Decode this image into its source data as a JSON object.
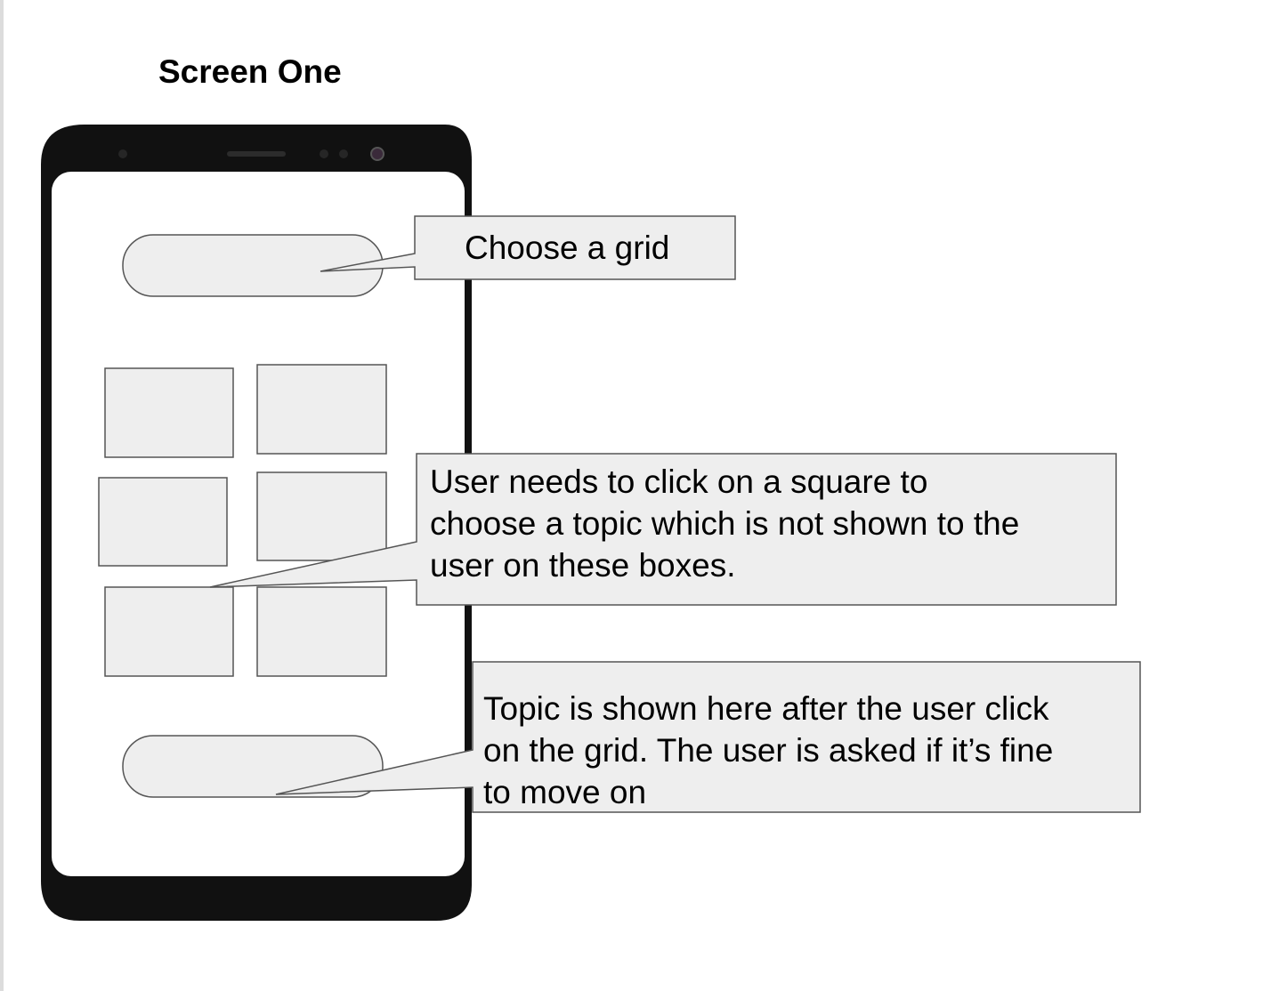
{
  "title": "Screen One",
  "callouts": {
    "grid_prompt": "Choose a grid",
    "square_instruction": [
      "User needs to click on a square to",
      "choose a topic which is not shown to the",
      "user on these boxes."
    ],
    "topic_display": [
      "Topic is shown here after the user click",
      "on the grid. The user is asked if it’s fine",
      "to move on"
    ]
  },
  "colors": {
    "phone_body": "#111111",
    "screen": "#ffffff",
    "shape_fill": "#eeeeee",
    "shape_stroke": "#555555"
  }
}
